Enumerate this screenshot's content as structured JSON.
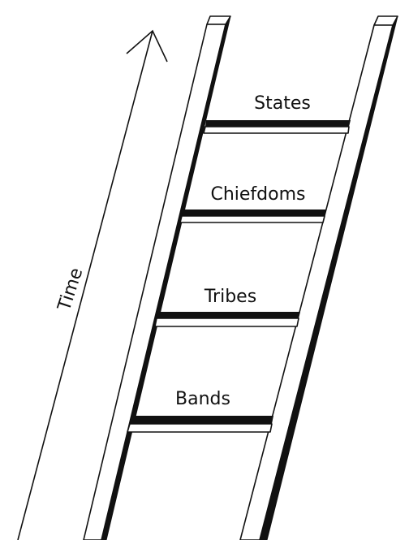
{
  "diagram": {
    "time_label": "Time",
    "rungs": [
      {
        "label": "States"
      },
      {
        "label": "Chiefdoms"
      },
      {
        "label": "Tribes"
      },
      {
        "label": "Bands"
      }
    ],
    "colors": {
      "ink": "#111111",
      "background": "#ffffff"
    },
    "icons": [
      "up-arrow-icon"
    ]
  }
}
